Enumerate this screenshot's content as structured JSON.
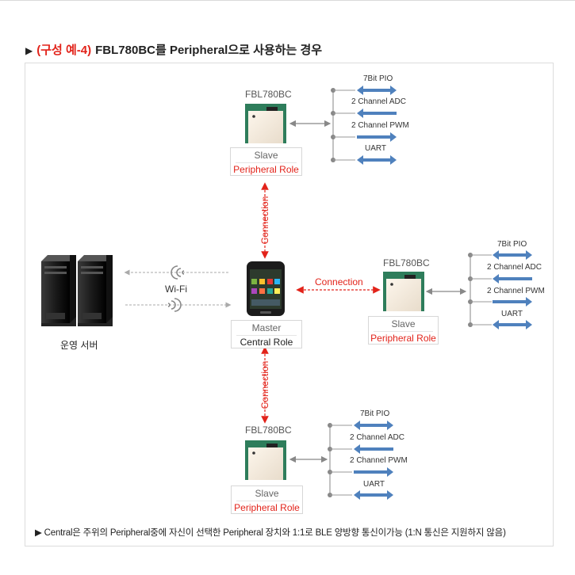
{
  "title": {
    "marker": "▶",
    "red": "(구성 예-4)",
    "rest": "FBL780BC를 Peripheral으로 사용하는 경우"
  },
  "server": {
    "label": "운영 서버"
  },
  "wifi": {
    "label": "Wi-Fi"
  },
  "master": {
    "top": "Master",
    "bottom": "Central Role"
  },
  "connection_label": "Connection",
  "modules": [
    {
      "title": "FBL780BC",
      "role_top": "Slave",
      "role_bottom": "Peripheral Role",
      "io": [
        "7Bit PIO",
        "2 Channel ADC",
        "2 Channel PWM",
        "UART"
      ]
    },
    {
      "title": "FBL780BC",
      "role_top": "Slave",
      "role_bottom": "Peripheral Role",
      "io": [
        "7Bit PIO",
        "2 Channel ADC",
        "2 Channel PWM",
        "UART"
      ]
    },
    {
      "title": "FBL780BC",
      "role_top": "Slave",
      "role_bottom": "Peripheral Role",
      "io": [
        "7Bit PIO",
        "2 Channel ADC",
        "2 Channel PWM",
        "UART"
      ]
    }
  ],
  "footnote": "▶ Central은 주위의 Peripheral중에 자신이 선택한 Peripheral 장치와 1:1로 BLE 양방향 통신이가능 (1:N 통신은 지원하지 않음)",
  "colors": {
    "accent_red": "#e2231a",
    "arrow_blue": "#4f81bd",
    "module_green": "#2e7d5b"
  }
}
